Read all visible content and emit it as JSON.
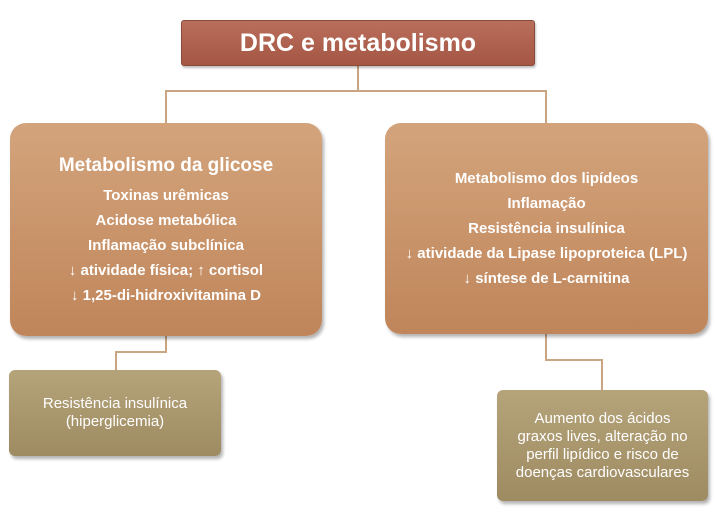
{
  "title": "DRC e metabolismo",
  "left": {
    "heading": "Metabolismo da glicose",
    "items": [
      "Toxinas urêmicas",
      "Acidose metabólica",
      "Inflamação subclínica",
      "↓ atividade física; ↑ cortisol",
      "↓ 1,25-di-hidroxivitamina D"
    ],
    "result": [
      "Resistência insulínica",
      "(hiperglicemia)"
    ]
  },
  "right": {
    "items": [
      "Metabolismo dos lipídeos",
      "Inflamação",
      "Resistência insulínica",
      "↓ atividade da Lipase lipoproteica (LPL)",
      "↓ síntese de L-carnitina"
    ],
    "result": [
      "Aumento dos ácidos",
      "graxos lives, alteração no",
      "perfil lipídico e risco de",
      "doenças cardiovasculares"
    ]
  },
  "colors": {
    "title": "#a55644",
    "branch": "#c98f62",
    "result": "#a8966d",
    "connector": "#c9a582"
  }
}
